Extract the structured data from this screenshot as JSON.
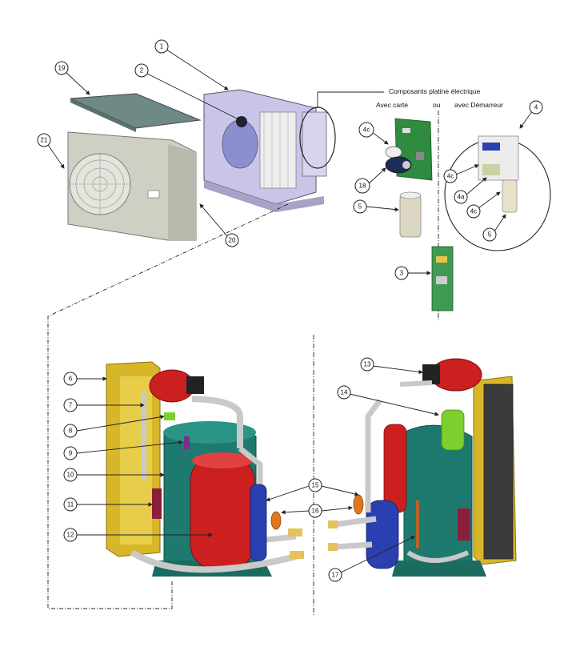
{
  "header": {
    "title": "Composants platine électrique",
    "option_card": "Avec carte",
    "option_or": "ou",
    "option_starter": "avec Démarreur"
  },
  "callouts": {
    "c1": "1",
    "c2": "2",
    "c3": "3",
    "c4": "4",
    "c4c_a": "4c",
    "c4c_b": "4c",
    "c4c_c": "4c",
    "c4a": "4a",
    "c5_a": "5",
    "c5_b": "5",
    "c6": "6",
    "c7": "7",
    "c8": "8",
    "c9": "9",
    "c10": "10",
    "c11": "11",
    "c12": "12",
    "c13": "13",
    "c14": "14",
    "c15": "15",
    "c16": "16",
    "c17": "17",
    "c18": "18",
    "c19": "19",
    "c20": "20",
    "c21": "21"
  },
  "colors": {
    "compressor_teal": "#1e7a6e",
    "receiver_red": "#cc1f1f",
    "exchanger_yellow": "#d8b629",
    "accumulator_blue": "#2a3fb0",
    "filter_green": "#7ccf2c",
    "housing_lavender": "#c9c5e8",
    "casing_grey": "#cfcfc4",
    "pcb_green": "#2e8b3f"
  }
}
